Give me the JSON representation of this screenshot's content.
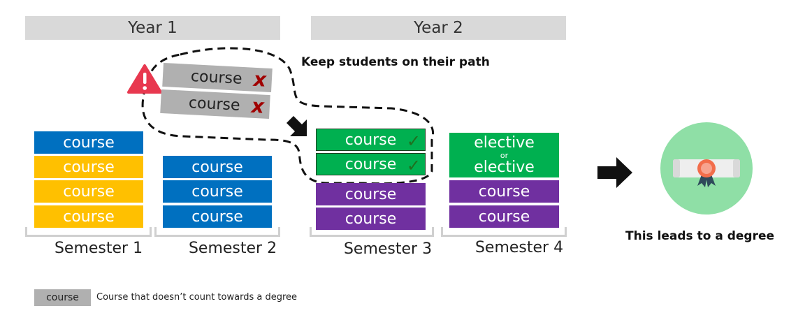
{
  "years": [
    "Year 1",
    "Year 2"
  ],
  "heading": "Keep students on their path",
  "course_label": "course",
  "elective": {
    "top": "elective",
    "or": "or",
    "bottom": "elective"
  },
  "semesters": [
    "Semester 1",
    "Semester 2",
    "Semester 3",
    "Semester 4"
  ],
  "degree_text": "This leads to a degree",
  "legend": {
    "box_label": "course",
    "description": "Course that doesn’t count towards a degree"
  },
  "icons": [
    "warning-icon",
    "x-mark-icon",
    "checkmark-icon",
    "arrow-right-icon",
    "diploma-icon"
  ],
  "colors": {
    "year_bar": "#d9d9d9",
    "blue": "#0070c0",
    "yellow": "#ffc000",
    "green": "#00b050",
    "purple": "#7030a0",
    "grey": "#b0b0b0",
    "warning": "#e8384f",
    "x_mark": "#a00000",
    "diploma_circle": "#8fdfa6"
  }
}
